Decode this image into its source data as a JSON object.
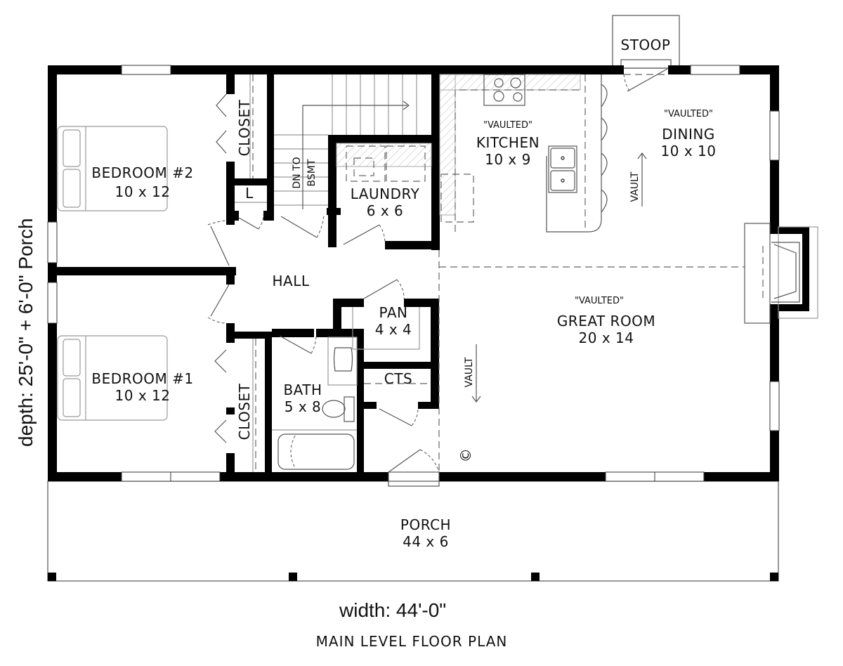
{
  "plan": {
    "title": "MAIN LEVEL FLOOR PLAN",
    "width_label": "width: 44'-0\"",
    "depth_label": "depth: 25'-0\" + 6'-0\" Porch"
  },
  "rooms": {
    "bedroom2": {
      "name": "BEDROOM #2",
      "size": "10 x 12"
    },
    "bedroom1": {
      "name": "BEDROOM #1",
      "size": "10 x 12"
    },
    "closet_top": {
      "name": "CLOSET"
    },
    "closet_bottom": {
      "name": "CLOSET"
    },
    "linen": {
      "name": "L"
    },
    "stairs": {
      "line1": "DN TO",
      "line2": "BSMT"
    },
    "laundry": {
      "name": "LAUNDRY",
      "size": "6 x 6"
    },
    "kitchen": {
      "note": "\"VAULTED\"",
      "name": "KITCHEN",
      "size": "10 x 9"
    },
    "dining": {
      "note": "\"VAULTED\"",
      "name": "DINING",
      "size": "10 x 10"
    },
    "stoop": {
      "name": "STOOP"
    },
    "hall": {
      "name": "HALL"
    },
    "pantry": {
      "name": "PAN",
      "size": "4 x 4"
    },
    "bath": {
      "name": "BATH",
      "size": "5 x 8"
    },
    "cts": {
      "name": "CTS"
    },
    "great_room": {
      "note": "\"VAULTED\"",
      "name": "GREAT ROOM",
      "size": "20 x 14"
    },
    "porch": {
      "name": "PORCH",
      "size": "44 x 6"
    }
  },
  "annotations": {
    "vault_dining": "VAULT",
    "vault_great": "VAULT",
    "copyright": "©"
  }
}
